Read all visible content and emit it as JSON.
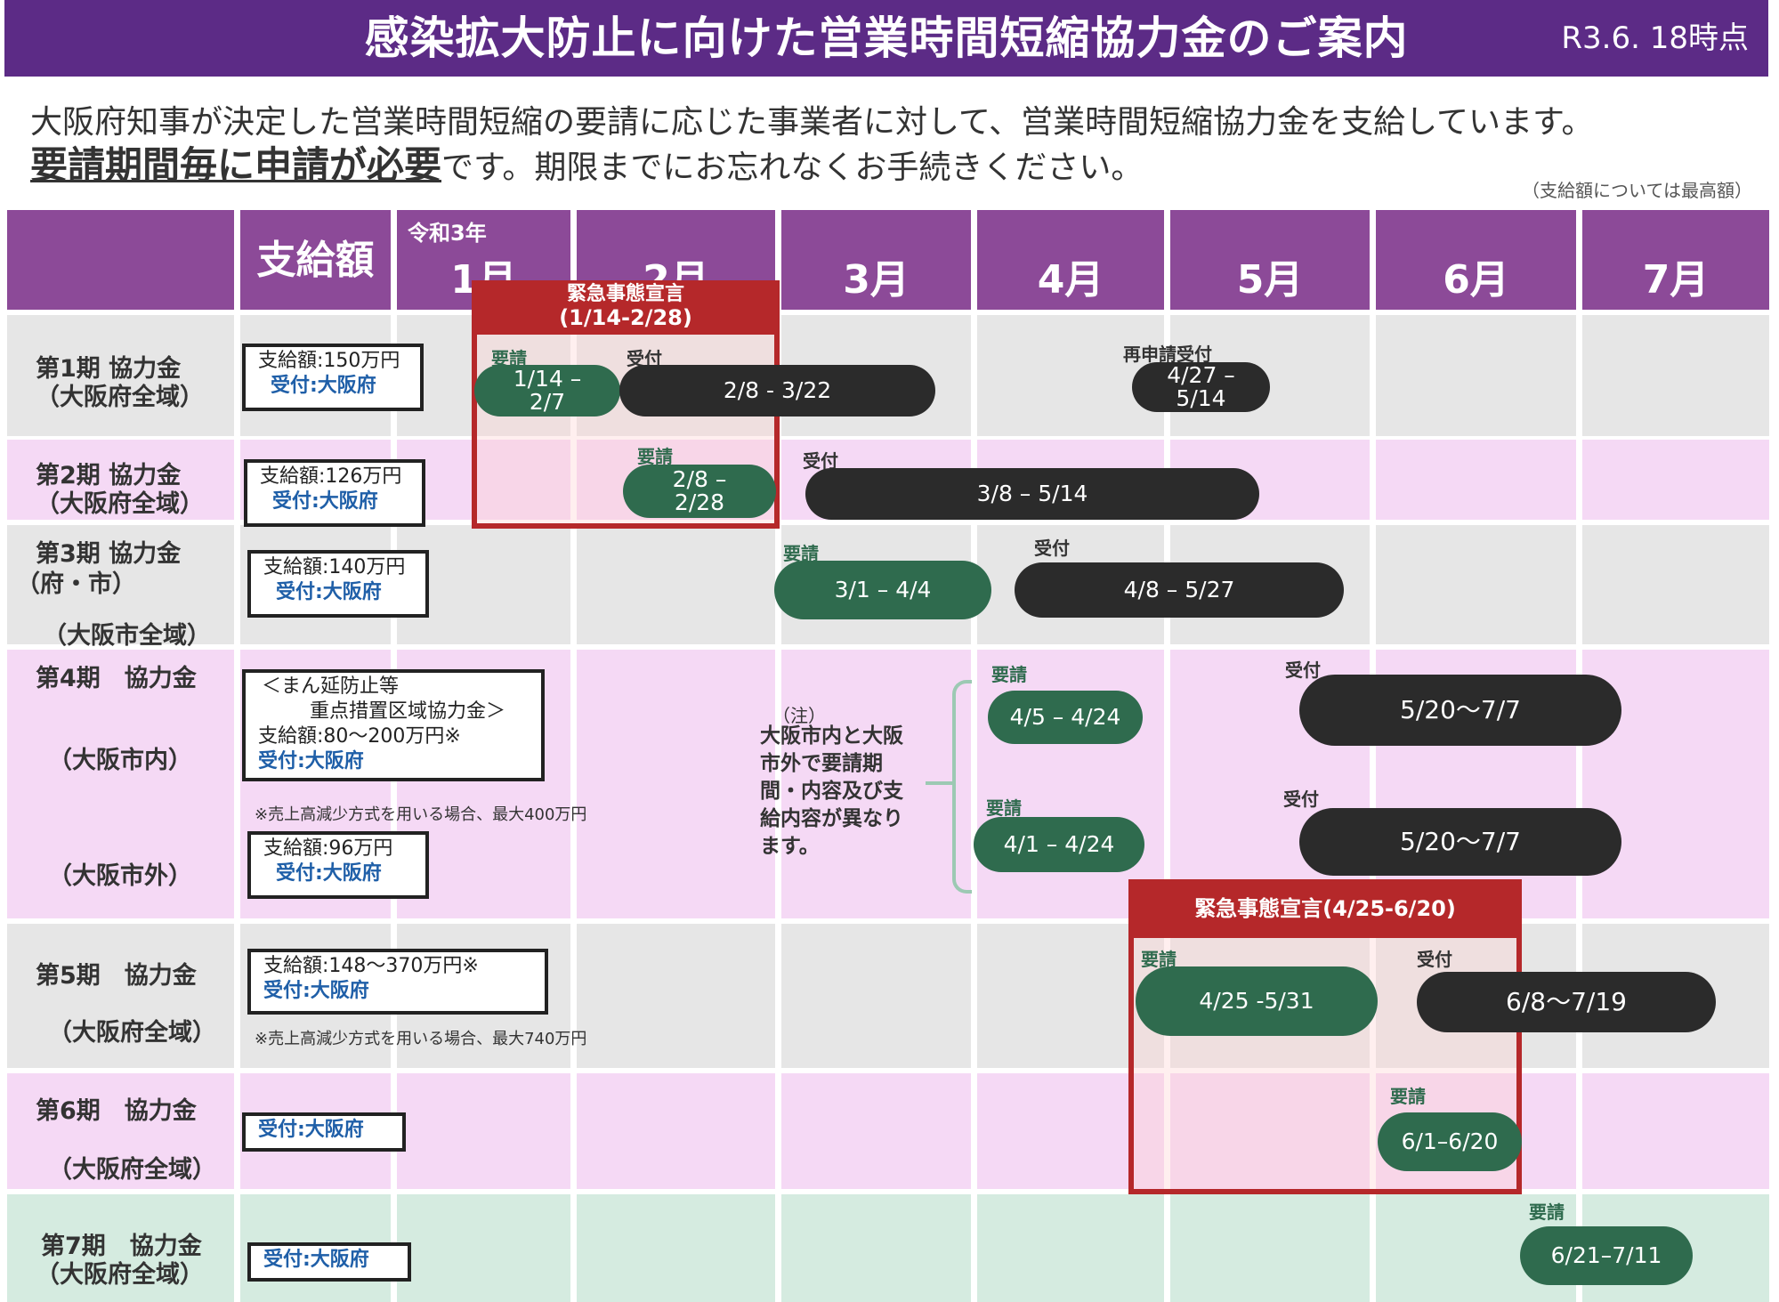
{
  "header": {
    "title": "感染拡大防止に向けた営業時間短縮協力金のご案内",
    "date": "R3.6. 18時点"
  },
  "intro": {
    "line1": "大阪府知事が決定した営業時間短縮の要請に応じた事業者に対して、営業時間短縮協力金を支給しています。",
    "line2_strong": "要請期間毎に申請が必要",
    "line2_rest": "です。期限までにお忘れなくお手続きください。",
    "note": "（支給額については最高額）"
  },
  "table_header": {
    "amount": "支給額",
    "era": "令和3年",
    "months": [
      "1月",
      "2月",
      "3月",
      "4月",
      "5月",
      "6月",
      "7月"
    ]
  },
  "tags": {
    "request": "要請",
    "accept": "受付",
    "reaccept": "再申請受付"
  },
  "rows": [
    {
      "label1": "第1期 協力金",
      "label2": "（大阪府全域）",
      "amount": "支給額:150万円",
      "accept": "受付:大阪府",
      "request_period": "1/14 –\n2/7",
      "accept_period": "2/8 - 3/22",
      "reaccept_period": "4/27 –\n5/14"
    },
    {
      "label1": "第2期 協力金",
      "label2": "（大阪府全域）",
      "amount": "支給額:126万円",
      "accept": "受付:大阪府",
      "request_period": "2/8 –\n2/28",
      "accept_period": "3/8 – 5/14"
    },
    {
      "label1": "第3期 協力金",
      "label2": "（府・市）",
      "label3": "（大阪市全域）",
      "amount": "支給額:140万円",
      "accept": "受付:大阪府",
      "request_period": "3/1 – 4/4",
      "accept_period": "4/8 – 5/27"
    },
    {
      "label1": "第4期　協力金",
      "label_in": "（大阪市内）",
      "label_out": "（大阪市外）",
      "in_title1": "＜まん延防止等",
      "in_title2": "重点措置区域協力金＞",
      "in_amount": "支給額:80～200万円※",
      "in_accept": "受付:大阪府",
      "in_note": "※売上高減少方式を用いる場合、最大400万円",
      "out_amount": "支給額:96万円",
      "out_accept": "受付:大阪府",
      "notice_title": "（注）",
      "notice_body": "大阪市内と大阪\n市外で要請期\n間・内容及び支\n給内容が異なり\nます。",
      "in_request": "4/5 – 4/24",
      "in_accept_period": "5/20～7/7",
      "out_request": "4/1 – 4/24",
      "out_accept_period": "5/20～7/7"
    },
    {
      "label1": "第5期　協力金",
      "label2": "（大阪府全域）",
      "amount": "支給額:148～370万円※",
      "accept": "受付:大阪府",
      "note": "※売上高減少方式を用いる場合、最大740万円",
      "request_period": "4/25 -5/31",
      "accept_period": "6/8～7/19"
    },
    {
      "label1": "第6期　協力金",
      "label2": "（大阪府全域）",
      "accept": "受付:大阪府",
      "request_period": "6/1–6/20"
    },
    {
      "label1": "第7期　協力金",
      "label2": "（大阪府全域）",
      "accept": "受付:大阪府",
      "request_period": "6/21–7/11"
    }
  ],
  "emergency": [
    {
      "title": "緊急事態宣言",
      "period": "(1/14-2/28)"
    },
    {
      "title": "緊急事態宣言(4/25-6/20)"
    }
  ],
  "colors": {
    "title_bg": "#5c2b86",
    "header_bg": "#8c4a98",
    "row_gray": "#e6e6e6",
    "row_pink": "#f5d9f5",
    "row_mint": "#d5ebe0",
    "request_green": "#2f6b4e",
    "accept_dark": "#2b2b2b",
    "emergency_red": "#b5282a"
  }
}
